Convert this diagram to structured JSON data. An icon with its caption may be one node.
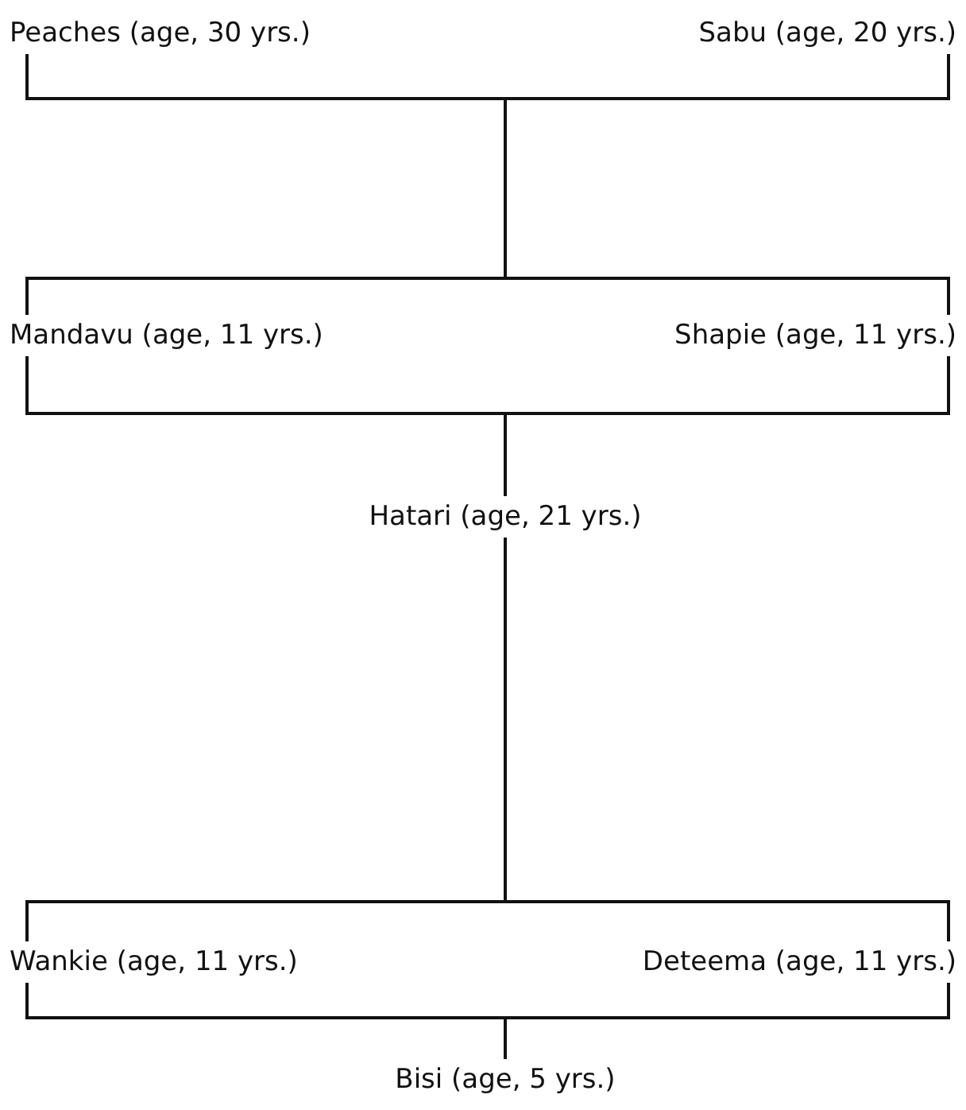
{
  "diagram": {
    "nodes": [
      {
        "text": [
          "Peaches (age, 30 yrs.)"
        ]
      },
      {
        "text": [
          "Sabu (age, 20 yrs.)"
        ]
      },
      {
        "text": [
          "Mandavu (age, 11 yrs.)"
        ]
      },
      {
        "text": [
          "Shapie (age, 11 yrs.)"
        ]
      },
      {
        "text": [
          "Hatari (age, 21 yrs.)"
        ]
      },
      {
        "text": [
          "Wankie (age, 11 yrs.)"
        ]
      },
      {
        "text": [
          "Deteema (age, 11 yrs.)"
        ]
      },
      {
        "text": [
          "Bisi (age, 5 yrs.)"
        ]
      }
    ],
    "edges": [
      {
        "from": 0,
        "to": 2,
        "arrow": "none"
      },
      {
        "from": 0,
        "to": 3,
        "arrow": "none"
      },
      {
        "from": 1,
        "to": 2,
        "arrow": "none"
      },
      {
        "from": 1,
        "to": 3,
        "arrow": "none"
      },
      {
        "from": 2,
        "to": 4,
        "arrow": "none"
      },
      {
        "from": 3,
        "to": 4,
        "arrow": "none"
      },
      {
        "from": 4,
        "to": 5,
        "arrow": "none"
      },
      {
        "from": 4,
        "to": 6,
        "arrow": "none"
      },
      {
        "from": 5,
        "to": 7,
        "arrow": "none"
      },
      {
        "from": 6,
        "to": 7,
        "arrow": "none"
      }
    ]
  }
}
